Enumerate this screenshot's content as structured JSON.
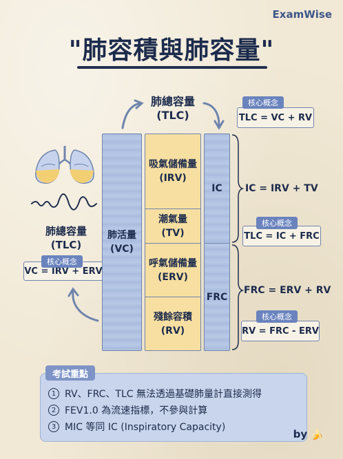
{
  "brand": "ExamWise",
  "title": "\"肺容積與肺容量\"",
  "top_label": {
    "line1": "肺總容量",
    "line2": "(TLC)"
  },
  "left_label": {
    "line1": "肺總容量",
    "line2": "(TLC)"
  },
  "vc_bar": {
    "line1": "肺活量",
    "line2": "(VC)"
  },
  "volumes": [
    {
      "name": "吸氣儲備量",
      "abbr": "(IRV)"
    },
    {
      "name": "潮氣量",
      "abbr": "(TV)"
    },
    {
      "name": "呼氣儲備量",
      "abbr": "(ERV)"
    },
    {
      "name": "殘餘容積",
      "abbr": "(RV)"
    }
  ],
  "capacities": {
    "ic": "IC",
    "frc": "FRC"
  },
  "key_concept_tag": "核心概念",
  "key_boxes": {
    "tlc_top": "TLC = VC + RV",
    "tlc_mid": "TLC = IC + FRC",
    "rv_bottom": "RV = FRC - ERV",
    "vc_left": "VC   = IRV + ERV"
  },
  "formulas": {
    "ic": "IC = IRV + TV",
    "frc": "FRC = ERV + RV"
  },
  "exam": {
    "header": "考試重點",
    "items": [
      {
        "num": "1",
        "text": "RV、FRC、TLC 無法透過基礎肺量計直接測得"
      },
      {
        "num": "2",
        "text": "FEV1.0 為流速指標，不參與計算"
      },
      {
        "num": "3",
        "text": "MIC 等同 IC (Inspiratory Capacity)"
      }
    ]
  },
  "byline": "by 🍌",
  "colors": {
    "blue_bar": "#aebfe0",
    "yellow_bar": "#f7dfa1",
    "tag": "#6a83bd",
    "navy": "#1c2b4c"
  }
}
